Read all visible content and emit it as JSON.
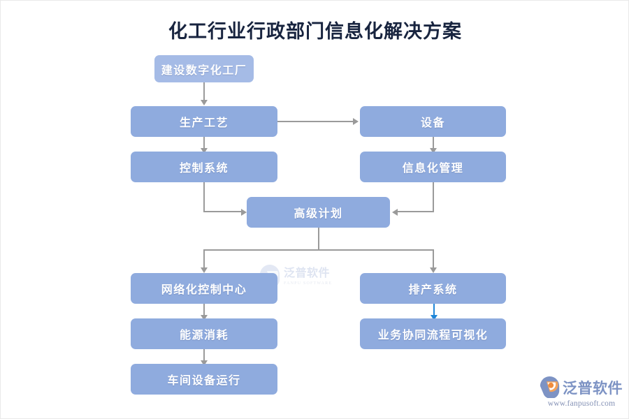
{
  "diagram": {
    "title": "化工行业行政部门信息化解决方案",
    "type": "flowchart",
    "colors": {
      "node_fill": "#8fabde",
      "node_fill_light": "#a5bbe6",
      "node_text": "#ffffff",
      "connector": "#9a9a9a",
      "connector_highlight": "#2086d8",
      "title_text": "#18243f",
      "background": "#ffffff"
    },
    "nodes": [
      {
        "id": "n1",
        "label": "建设数字化工厂"
      },
      {
        "id": "n2",
        "label": "生产工艺"
      },
      {
        "id": "n3",
        "label": "设备"
      },
      {
        "id": "n4",
        "label": "控制系统"
      },
      {
        "id": "n5",
        "label": "信息化管理"
      },
      {
        "id": "n6",
        "label": "高级计划"
      },
      {
        "id": "n7",
        "label": "网络化控制中心"
      },
      {
        "id": "n8",
        "label": "排产系统"
      },
      {
        "id": "n9",
        "label": "能源消耗"
      },
      {
        "id": "n10",
        "label": "业务协同流程可视化"
      },
      {
        "id": "n11",
        "label": "车间设备运行"
      }
    ],
    "edges": [
      {
        "from": "建设数字化工厂",
        "to": "生产工艺",
        "style": "gray"
      },
      {
        "from": "生产工艺",
        "to": "设备",
        "style": "gray"
      },
      {
        "from": "生产工艺",
        "to": "控制系统",
        "style": "gray"
      },
      {
        "from": "设备",
        "to": "信息化管理",
        "style": "gray"
      },
      {
        "from": "控制系统",
        "to": "高级计划",
        "style": "gray"
      },
      {
        "from": "信息化管理",
        "to": "高级计划",
        "style": "gray"
      },
      {
        "from": "高级计划",
        "to": "网络化控制中心",
        "style": "gray"
      },
      {
        "from": "高级计划",
        "to": "排产系统",
        "style": "gray"
      },
      {
        "from": "网络化控制中心",
        "to": "能源消耗",
        "style": "gray"
      },
      {
        "from": "能源消耗",
        "to": "车间设备运行",
        "style": "gray"
      },
      {
        "from": "排产系统",
        "to": "业务协同流程可视化",
        "style": "blue"
      }
    ]
  },
  "watermark": {
    "brand_cn": "泛普软件",
    "brand_en": "FANPU SOFTWARE"
  },
  "logo": {
    "brand_cn": "泛普软件",
    "url": "www.fanpusoft.com"
  }
}
